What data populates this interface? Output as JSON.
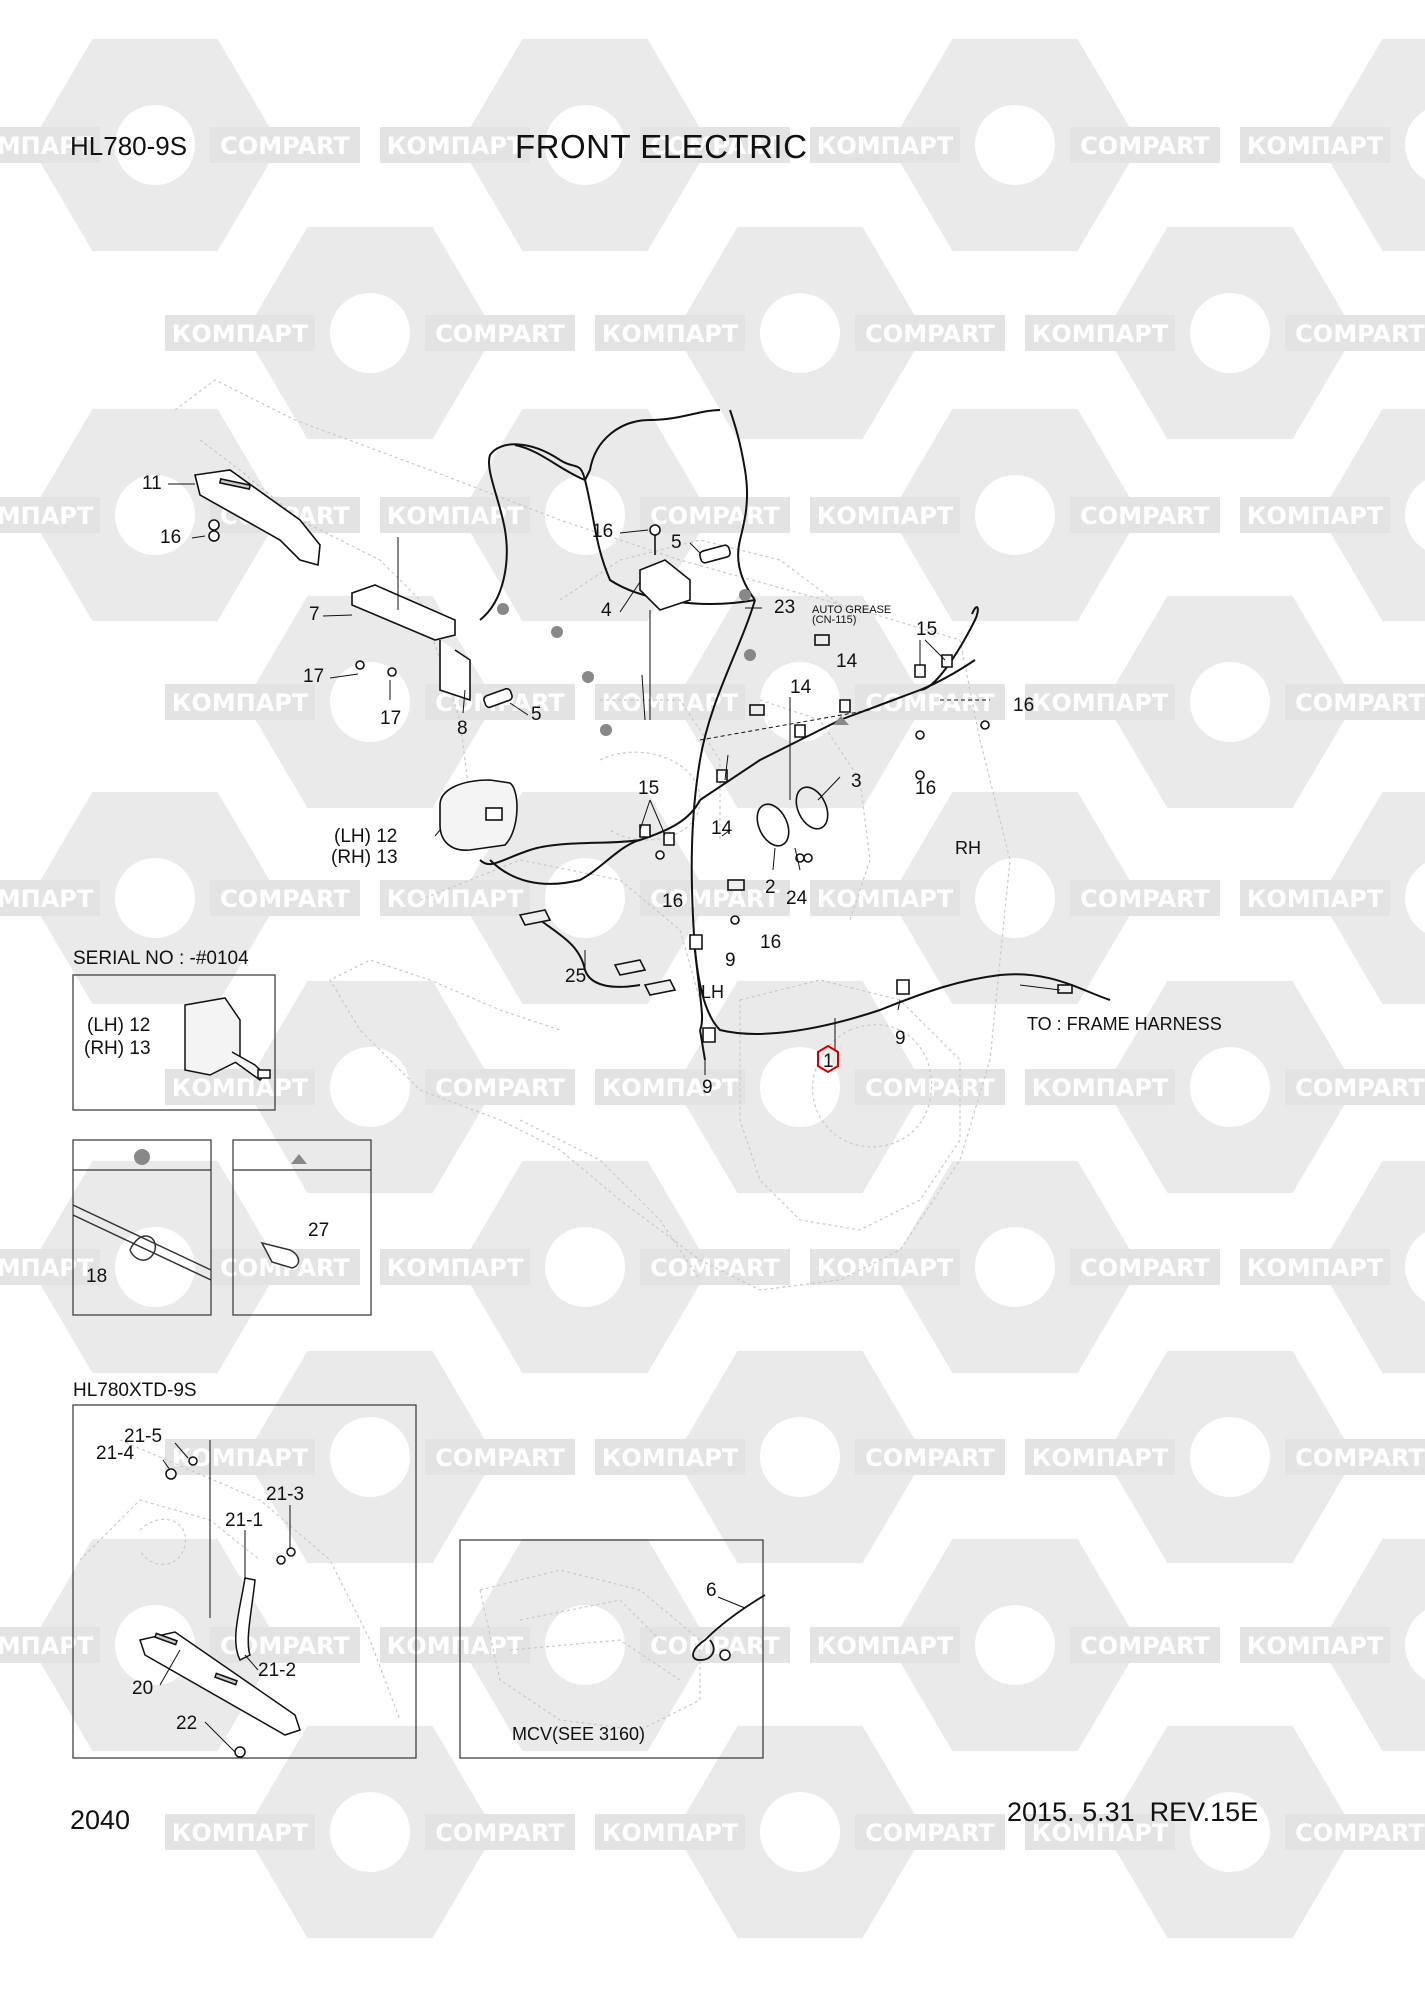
{
  "header": {
    "model": "HL780-9S",
    "title": "FRONT ELECTRIC"
  },
  "watermark": {
    "text_cyrillic": "КОМПАРТ",
    "text_latin": "COMPART",
    "color": "#e3e3e3"
  },
  "main_diagram": {
    "labels": {
      "p1": "1",
      "p2": "2",
      "p3": "3",
      "p4": "4",
      "p5a": "5",
      "p5b": "5",
      "p7": "7",
      "p8": "8",
      "p9a": "9",
      "p9b": "9",
      "p9c": "9",
      "p11": "11",
      "p12": "(LH) 12",
      "p13": "(RH) 13",
      "p14a": "14",
      "p14b": "14",
      "p14c": "14",
      "p15a": "15",
      "p15b": "15",
      "p16a": "16",
      "p16b": "16",
      "p16c": "16",
      "p16d": "16",
      "p16e": "16",
      "p16f": "16",
      "p17a": "17",
      "p17b": "17",
      "p23": "23",
      "p24": "24",
      "p25": "25",
      "auto_grease_1": "AUTO GREASE",
      "auto_grease_2": "(CN-115)",
      "rh": "RH",
      "lh": "LH",
      "to_frame": "TO : FRAME HARNESS"
    }
  },
  "serial_box": {
    "caption": "SERIAL NO : -#0104",
    "lh": "(LH) 12",
    "rh": "(RH) 13"
  },
  "legend_circle": {
    "symbol": "circle",
    "part": "18"
  },
  "legend_triangle": {
    "symbol": "triangle",
    "part": "27"
  },
  "xtd_box": {
    "caption": "HL780XTD-9S",
    "labels": {
      "p21_5": "21-5",
      "p21_4": "21-4",
      "p21_3": "21-3",
      "p21_1": "21-1",
      "p21_2": "21-2",
      "p20": "20",
      "p22": "22"
    }
  },
  "mcv_box": {
    "part": "6",
    "caption": "MCV(SEE 3160)"
  },
  "footer": {
    "page": "2040",
    "date_rev": "2015. 5.31  REV.15E"
  }
}
